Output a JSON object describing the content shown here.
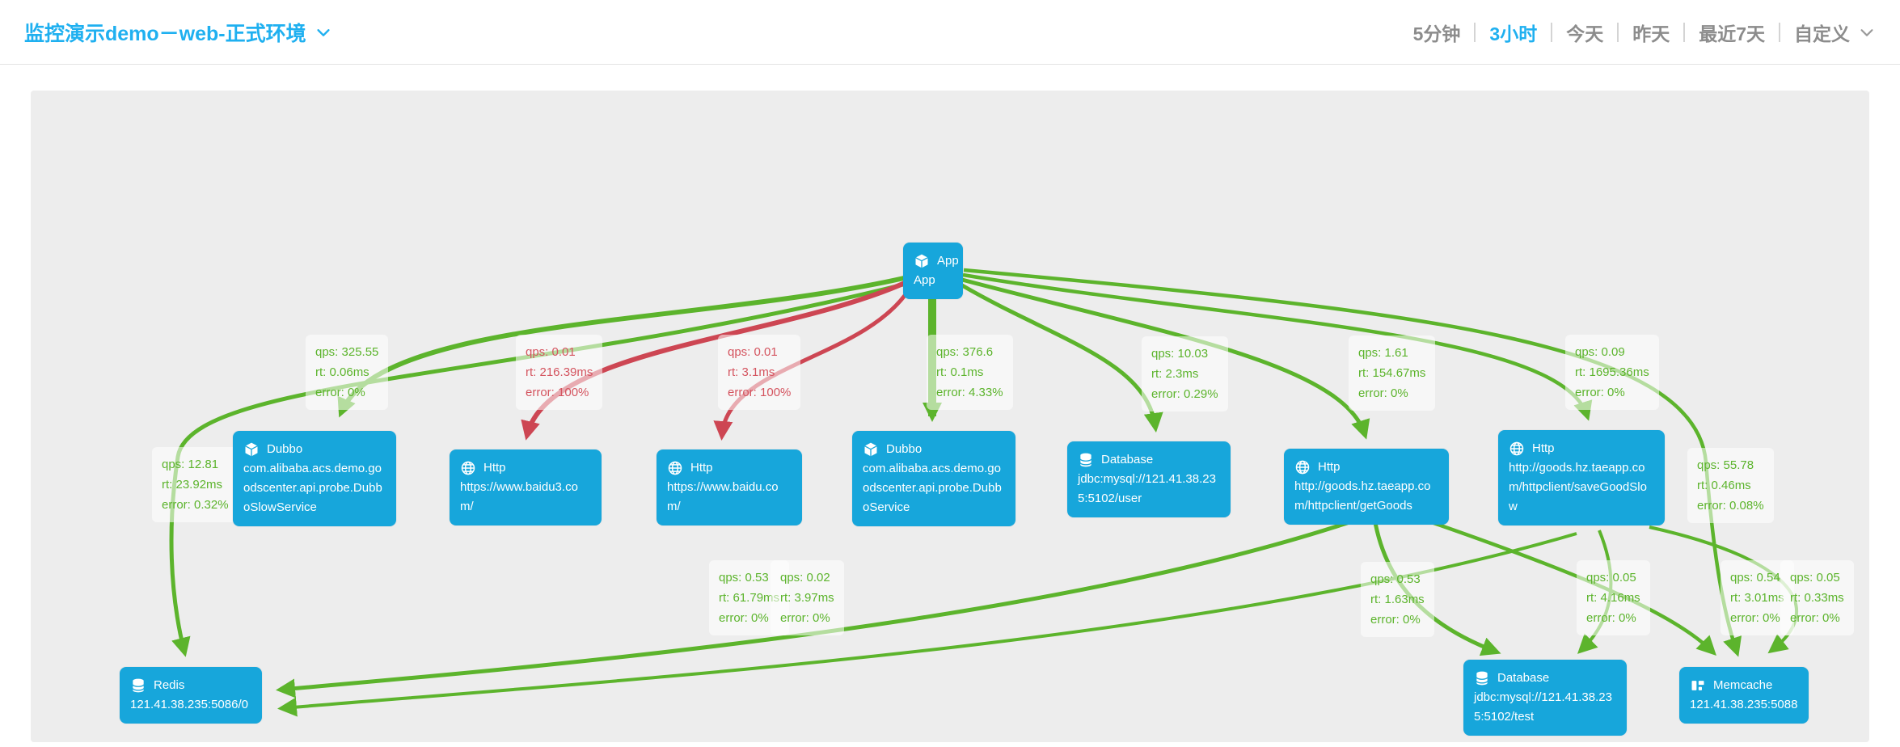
{
  "header": {
    "app_selector_label": "监控演示demo－web-正式环境",
    "time_ranges": [
      {
        "label": "5分钟",
        "active": false
      },
      {
        "label": "3小时",
        "active": true
      },
      {
        "label": "今天",
        "active": false
      },
      {
        "label": "昨天",
        "active": false
      },
      {
        "label": "最近7天",
        "active": false
      },
      {
        "label": "自定义",
        "active": false
      }
    ]
  },
  "colors": {
    "accent_blue": "#1fb0f0",
    "node_blue": "#17a6db",
    "ok": "#5cb42c",
    "error": "#cd4653",
    "canvas_bg": "#ededed"
  },
  "graph": {
    "nodes": [
      {
        "id": "app",
        "type": "App",
        "icon": "cube",
        "name": "App"
      },
      {
        "id": "dubbo-slow",
        "type": "Dubbo",
        "icon": "cube",
        "name": "com.alibaba.acs.demo.goodscenter.api.probe.DubboSlowService"
      },
      {
        "id": "http-baidu3",
        "type": "Http",
        "icon": "globe",
        "name": "https://www.baidu3.com/"
      },
      {
        "id": "http-baidu",
        "type": "Http",
        "icon": "globe",
        "name": "https://www.baidu.com/"
      },
      {
        "id": "dubbo-service",
        "type": "Dubbo",
        "icon": "cube",
        "name": "com.alibaba.acs.demo.goodscenter.api.probe.DubboService"
      },
      {
        "id": "db-user",
        "type": "Database",
        "icon": "database",
        "name": "jdbc:mysql://121.41.38.235:5102/user"
      },
      {
        "id": "http-getgoods",
        "type": "Http",
        "icon": "globe",
        "name": "http://goods.hz.taeapp.com/httpclient/getGoods"
      },
      {
        "id": "http-savegoodslow",
        "type": "Http",
        "icon": "globe",
        "name": "http://goods.hz.taeapp.com/httpclient/saveGoodSlow"
      },
      {
        "id": "redis",
        "type": "Redis",
        "icon": "database",
        "name": "121.41.38.235:5086/0"
      },
      {
        "id": "db-test",
        "type": "Database",
        "icon": "database",
        "name": "jdbc:mysql://121.41.38.235:5102/test"
      },
      {
        "id": "memcache",
        "type": "Memcache",
        "icon": "blocks",
        "name": "121.41.38.235:5088"
      }
    ],
    "edges": [
      {
        "from": "app",
        "to": "dubbo-slow",
        "status": "ok",
        "qps": "qps: 325.55",
        "rt": "rt: 0.06ms",
        "error": "error: 0%"
      },
      {
        "from": "app",
        "to": "http-baidu3",
        "status": "error",
        "qps": "qps: 0.01",
        "rt": "rt: 216.39ms",
        "error": "error: 100%"
      },
      {
        "from": "app",
        "to": "http-baidu",
        "status": "error",
        "qps": "qps: 0.01",
        "rt": "rt: 3.1ms",
        "error": "error: 100%"
      },
      {
        "from": "app",
        "to": "dubbo-service",
        "status": "ok",
        "qps": "qps: 376.6",
        "rt": "rt: 0.1ms",
        "error": "error: 4.33%"
      },
      {
        "from": "app",
        "to": "db-user",
        "status": "ok",
        "qps": "qps: 10.03",
        "rt": "rt: 2.3ms",
        "error": "error: 0.29%"
      },
      {
        "from": "app",
        "to": "http-getgoods",
        "status": "ok",
        "qps": "qps: 1.61",
        "rt": "rt: 154.67ms",
        "error": "error: 0%"
      },
      {
        "from": "app",
        "to": "http-savegoodslow",
        "status": "ok",
        "qps": "qps: 0.09",
        "rt": "rt: 1695.36ms",
        "error": "error: 0%"
      },
      {
        "from": "app",
        "to": "redis",
        "status": "ok",
        "qps": "qps: 12.81",
        "rt": "rt: 23.92ms",
        "error": "error: 0.32%"
      },
      {
        "from": "app",
        "to": "memcache",
        "status": "ok",
        "qps": "qps: 55.78",
        "rt": "rt: 0.46ms",
        "error": "error: 0.08%"
      },
      {
        "from": "http-getgoods",
        "to": "redis",
        "status": "ok",
        "qps": "qps: 0.53",
        "rt": "rt: 61.79ms",
        "error": "error: 0%"
      },
      {
        "from": "http-savegoodslow",
        "to": "redis",
        "status": "ok",
        "qps": "qps: 0.02",
        "rt": "rt: 3.97ms",
        "error": "error: 0%"
      },
      {
        "from": "http-getgoods",
        "to": "db-test",
        "status": "ok",
        "qps": "qps: 0.53",
        "rt": "rt: 1.63ms",
        "error": "error: 0%"
      },
      {
        "from": "http-savegoodslow",
        "to": "db-test",
        "status": "ok",
        "qps": "qps: 0.05",
        "rt": "rt: 4.16ms",
        "error": "error: 0%"
      },
      {
        "from": "http-getgoods",
        "to": "memcache",
        "status": "ok",
        "qps": "qps: 0.54",
        "rt": "rt: 3.01ms",
        "error": "error: 0%"
      },
      {
        "from": "http-savegoodslow",
        "to": "memcache",
        "status": "ok",
        "qps": "qps: 0.05",
        "rt": "rt: 0.33ms",
        "error": "error: 0%"
      }
    ]
  }
}
